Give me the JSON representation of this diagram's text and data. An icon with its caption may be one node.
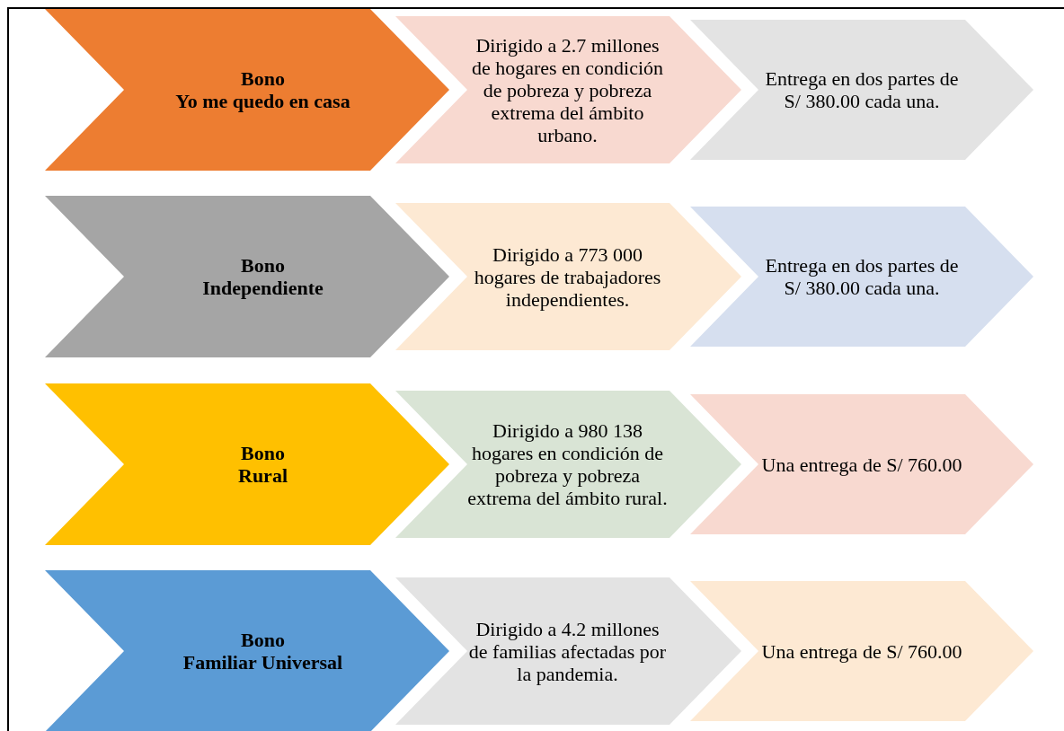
{
  "diagram": {
    "nodes": [
      {
        "text": [
          "Bono",
          "Yo me quedo en casa"
        ]
      },
      {
        "text": [
          "Dirigido a 2.7 millones de hogares en condición de pobreza y pobreza extrema del ámbito urbano."
        ]
      },
      {
        "text": [
          "Entrega en dos partes de S/ 380.00 cada una."
        ]
      },
      {
        "text": [
          "Bono",
          "Independiente"
        ]
      },
      {
        "text": [
          "Dirigido a 773 000 hogares de trabajadores independientes."
        ]
      },
      {
        "text": [
          "Entrega en dos partes de S/ 380.00 cada una."
        ]
      },
      {
        "text": [
          "Bono",
          "Rural"
        ]
      },
      {
        "text": [
          "Dirigido a 980 138 hogares en condición de pobreza y pobreza extrema del ámbito rural."
        ]
      },
      {
        "text": [
          "Una entrega de S/ 760.00"
        ]
      },
      {
        "text": [
          "Bono",
          "Familiar Universal"
        ]
      },
      {
        "text": [
          "Dirigido a 4.2 millones de familias afectadas por la pandemia."
        ]
      },
      {
        "text": [
          "Una entrega de S/ 760.00"
        ]
      }
    ]
  }
}
